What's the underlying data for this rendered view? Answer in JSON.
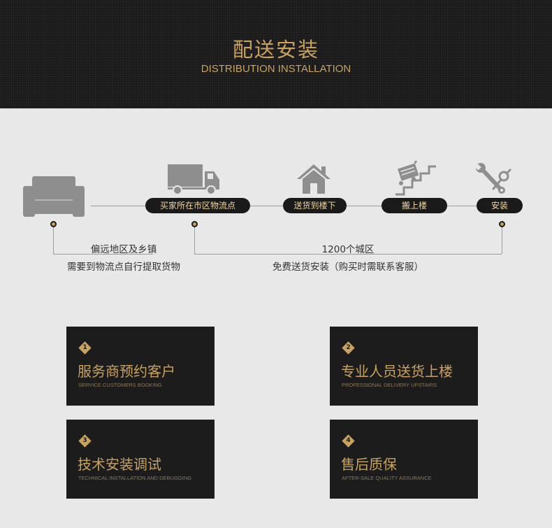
{
  "header": {
    "title_cn": "配送安装",
    "title_en": "DISTRIBUTION INSTALLATION"
  },
  "flow": {
    "steps": [
      {
        "label": "买家所在市区物流点",
        "icon": "truck-icon"
      },
      {
        "label": "送货到楼下",
        "icon": "house-icon"
      },
      {
        "label": "搬上楼",
        "icon": "stairs-cart-icon"
      },
      {
        "label": "安装",
        "icon": "wrench-icon"
      }
    ],
    "start_icon": "sofa-icon",
    "remote": {
      "line1": "偏远地区及乡镇",
      "line2": "需要到物流点自行提取货物"
    },
    "city": {
      "line1": "1200个城区",
      "line2": "免费送货安装（购买时需联系客服）"
    }
  },
  "cards": [
    {
      "num": "1",
      "title": "服务商预约客户",
      "sub": "SERVICE CUSTOMERS BOOKING"
    },
    {
      "num": "2",
      "title": "专业人员送货上楼",
      "sub": "PROFESSIONAL DELIVERY UPSTAIRS"
    },
    {
      "num": "3",
      "title": "技术安装调试",
      "sub": "TECHNICAL INSTALLATION AND DEBUGGING"
    },
    {
      "num": "4",
      "title": "售后质保",
      "sub": "AFTER-SALE QUALITY ASSURANCE"
    }
  ],
  "colors": {
    "gold": "#c9a25e",
    "dark": "#1c1c1c",
    "background": "#e8e8e8",
    "icon_gray": "#8e8e8e"
  }
}
